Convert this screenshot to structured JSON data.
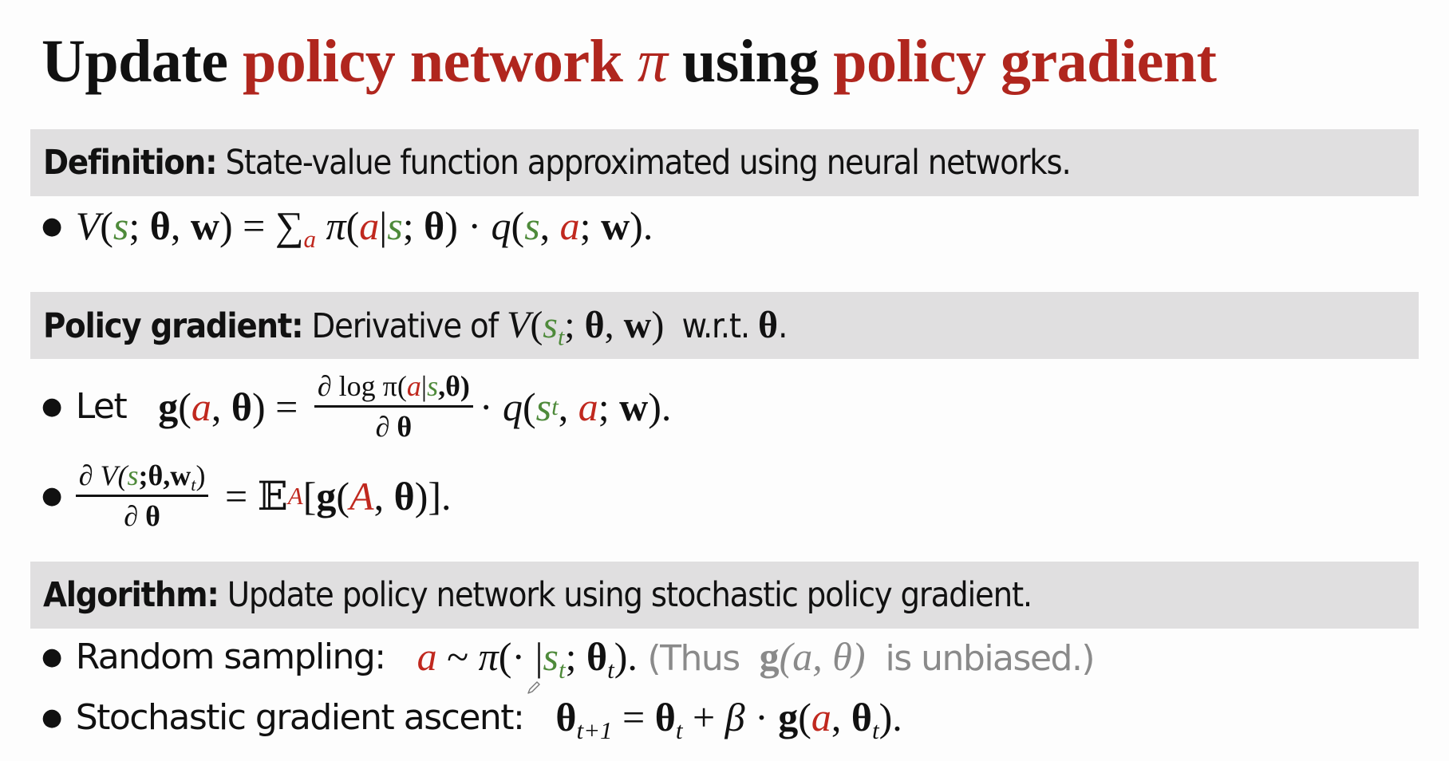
{
  "title": {
    "part1": "Update ",
    "part2": "policy network",
    "part3": " π ",
    "part4": "using ",
    "part5": "policy gradient"
  },
  "colors": {
    "accent_red": "#b0261e",
    "state_green": "#4e8a3a",
    "box_gray": "#e0dfe0",
    "note_gray": "#8a8a8a"
  },
  "definition": {
    "label": "Definition:",
    "text": " State-value function approximated using neural networks.",
    "formula": {
      "lhs_V": "V",
      "lp": "(",
      "s": "s",
      "sep1": "; ",
      "theta": "θ",
      "comma": ", ",
      "w": "w",
      "rp": ")",
      "eq": " = ",
      "sum": "∑",
      "sum_sub": "a",
      "pi": " π",
      "lp2": "(",
      "a": "a",
      "bar": "|",
      "s2": "s",
      "sep2": "; ",
      "theta2": "θ",
      "rp2": ")",
      "dot": " · ",
      "q": "q",
      "lp3": "(",
      "s3": "s",
      "comma2": ", ",
      "a2": "a",
      "sep3": "; ",
      "w2": "w",
      "end": ")."
    }
  },
  "policy_gradient": {
    "label": "Policy gradient:",
    "text": " Derivative of ",
    "V": "V",
    "lp": "(",
    "s": "s",
    "t": "t",
    "sep": "; ",
    "theta": "θ",
    "comma": ", ",
    "w": "w",
    "rp": ")",
    "wrt": "  w.r.t. ",
    "theta2": "θ",
    "period": "."
  },
  "let_line": {
    "let": "Let",
    "g": "g",
    "lp": "(",
    "a": "a",
    "comma": ", ",
    "theta": "θ",
    "rp": ")",
    "eq": " = ",
    "num_pre": "∂ log π(",
    "num_a": "a",
    "num_bar": "|",
    "num_s": "s",
    "num_post": ",θ)",
    "den": "∂ θ",
    "dot": "· ",
    "q": "q",
    "lp2": "(",
    "s": "s",
    "t": "t",
    "comma2": ", ",
    "a2": "a",
    "sep": "; ",
    "w": "w",
    "end": ")."
  },
  "expect_line": {
    "num_pre": "∂ V(",
    "num_s": "s",
    "num_mid": ";θ,w",
    "num_t": "t",
    "num_post": ")",
    "den": "∂ θ",
    "eq": " = ",
    "E": "𝔼",
    "E_sub": "A",
    "lb": "[",
    "g": "g",
    "lp": "(",
    "A": "A",
    "comma": ", ",
    "theta": "θ",
    "end": ")]."
  },
  "algorithm": {
    "label": "Algorithm:",
    "text": " Update policy network using stochastic policy gradient."
  },
  "sampling_line": {
    "label": "Random sampling:",
    "a": "a",
    "tilde": " ~ ",
    "pi": "π",
    "lp": "(· |",
    "s": "s",
    "t": "t",
    "sep": "; ",
    "theta": "θ",
    "t2": "t",
    "end": ").",
    "note_open": " (Thus  ",
    "note_g": "g",
    "note_args": "(a, θ)",
    "note_close": "  is unbiased.)"
  },
  "ascent_line": {
    "label": "Stochastic gradient ascent:",
    "theta": "θ",
    "sub_t1": "t+1",
    "eq": " = ",
    "theta2": "θ",
    "sub_t": "t",
    "plus": " + ",
    "beta": "β",
    "dot": " · ",
    "g": "g",
    "lp": "(",
    "a": "a",
    "comma": ", ",
    "theta3": "θ",
    "sub_t2": "t",
    "end": ")."
  },
  "cursor": {
    "icon": "pen-cursor-icon"
  }
}
